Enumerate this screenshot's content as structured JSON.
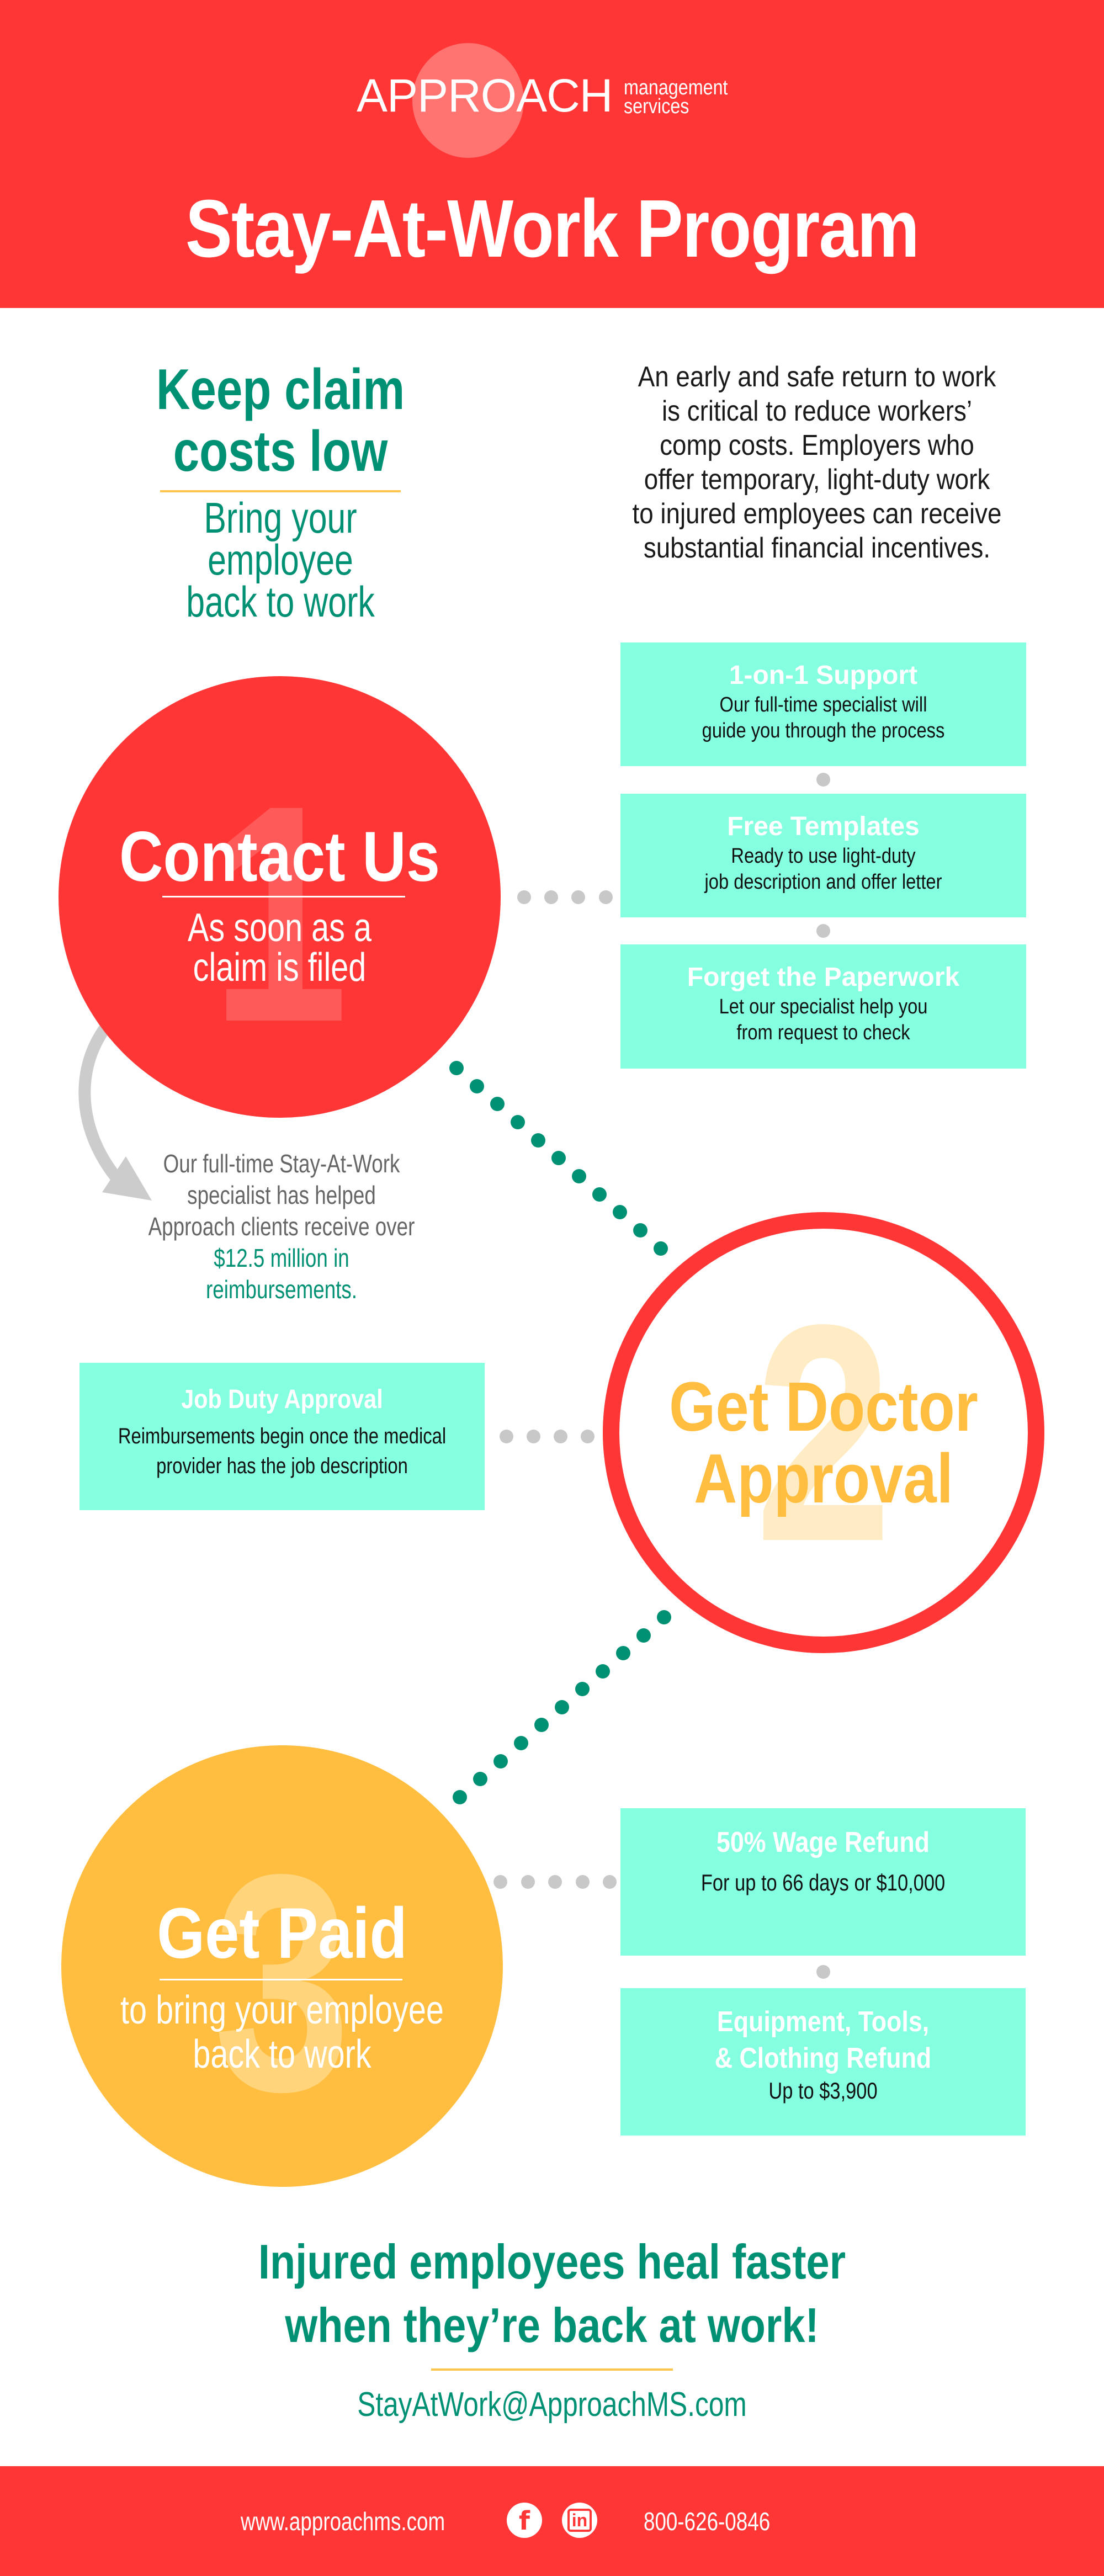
{
  "header": {
    "logo_main": "APPROACH",
    "logo_sub_line1": "management",
    "logo_sub_line2": "services",
    "title": "Stay-At-Work Program"
  },
  "intro": {
    "headline_line1": "Keep claim",
    "headline_line2": "costs low",
    "subhead_line1": "Bring your employee",
    "subhead_line2": "back to work",
    "body_lines": [
      "An early and safe return to work",
      "is critical to reduce workers’",
      "comp costs. Employers who",
      "offer temporary, light-duty work",
      "to injured employees can receive",
      "substantial financial incentives."
    ]
  },
  "steps": [
    {
      "number": "1",
      "title": "Contact Us",
      "subtitle_line1": "As soon as a",
      "subtitle_line2": "claim is filed",
      "cards": [
        {
          "title": "1-on-1 Support",
          "line1": "Our full-time specialist will",
          "line2": "guide you through the process"
        },
        {
          "title": "Free Templates",
          "line1": "Ready to use light-duty",
          "line2": "job description and offer letter"
        },
        {
          "title": "Forget the Paperwork",
          "line1": "Let our specialist help you",
          "line2": "from request to check"
        }
      ],
      "stat": {
        "line1": "Our full-time Stay-At-Work",
        "line2": "specialist has helped",
        "line3": "Approach clients receive over",
        "highlight": "$12.5 million in reimbursements."
      }
    },
    {
      "number": "2",
      "title_line1": "Get Doctor",
      "title_line2": "Approval",
      "cards": [
        {
          "title": "Job Duty Approval",
          "line1": "Reimbursements begin once the medical",
          "line2": "provider has the job description"
        }
      ]
    },
    {
      "number": "3",
      "title": "Get Paid",
      "subtitle_line1": "to bring your employee",
      "subtitle_line2": "back to work",
      "cards": [
        {
          "title": "50% Wage Refund",
          "line1": "For up to 66 days or $10,000"
        },
        {
          "title_line1": "Equipment, Tools,",
          "title_line2": "& Clothing Refund",
          "line1": "Up to $3,900"
        }
      ]
    }
  ],
  "closing": {
    "line1": "Injured employees heal faster",
    "line2": "when they’re back at work!",
    "email": "StayAtWork@ApproachMS.com"
  },
  "footer": {
    "website": "www.approachms.com",
    "facebook_icon": "facebook-icon",
    "linkedin_icon": "linkedin-icon",
    "facebook_glyph": "f",
    "linkedin_glyph": "in",
    "phone": "800-626-0846"
  },
  "colors": {
    "brand_red": "#ff3636",
    "teal": "#009174",
    "mint": "#84ffe0",
    "yellow": "#ffbe40",
    "rule_yellow": "#ffc54c",
    "dot_gray": "#c8c8c8"
  }
}
